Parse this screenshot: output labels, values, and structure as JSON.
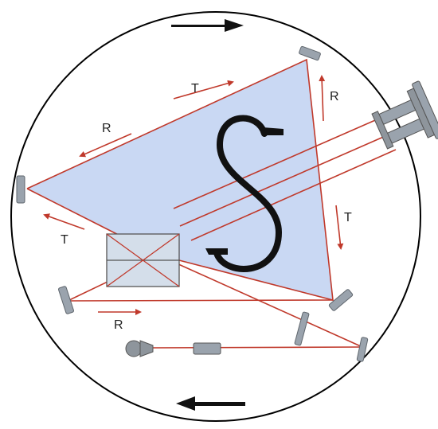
{
  "labels": {
    "t_top": "T",
    "r_top_right": "R",
    "r_upper_left": "R",
    "t_right": "T",
    "t_left": "T",
    "r_bottom": "R"
  },
  "colors": {
    "beam": "#c0392b",
    "triangle_fill": "#c6d6f2",
    "mirror": "#9aa3ad",
    "arrow": "#111111",
    "s_symbol": "#111111",
    "outline": "#000000"
  },
  "icons": {
    "rotation_top": "arrow-right-icon",
    "rotation_bottom": "arrow-left-icon",
    "center": "s-symbol-icon",
    "source": "laser-source-icon"
  }
}
